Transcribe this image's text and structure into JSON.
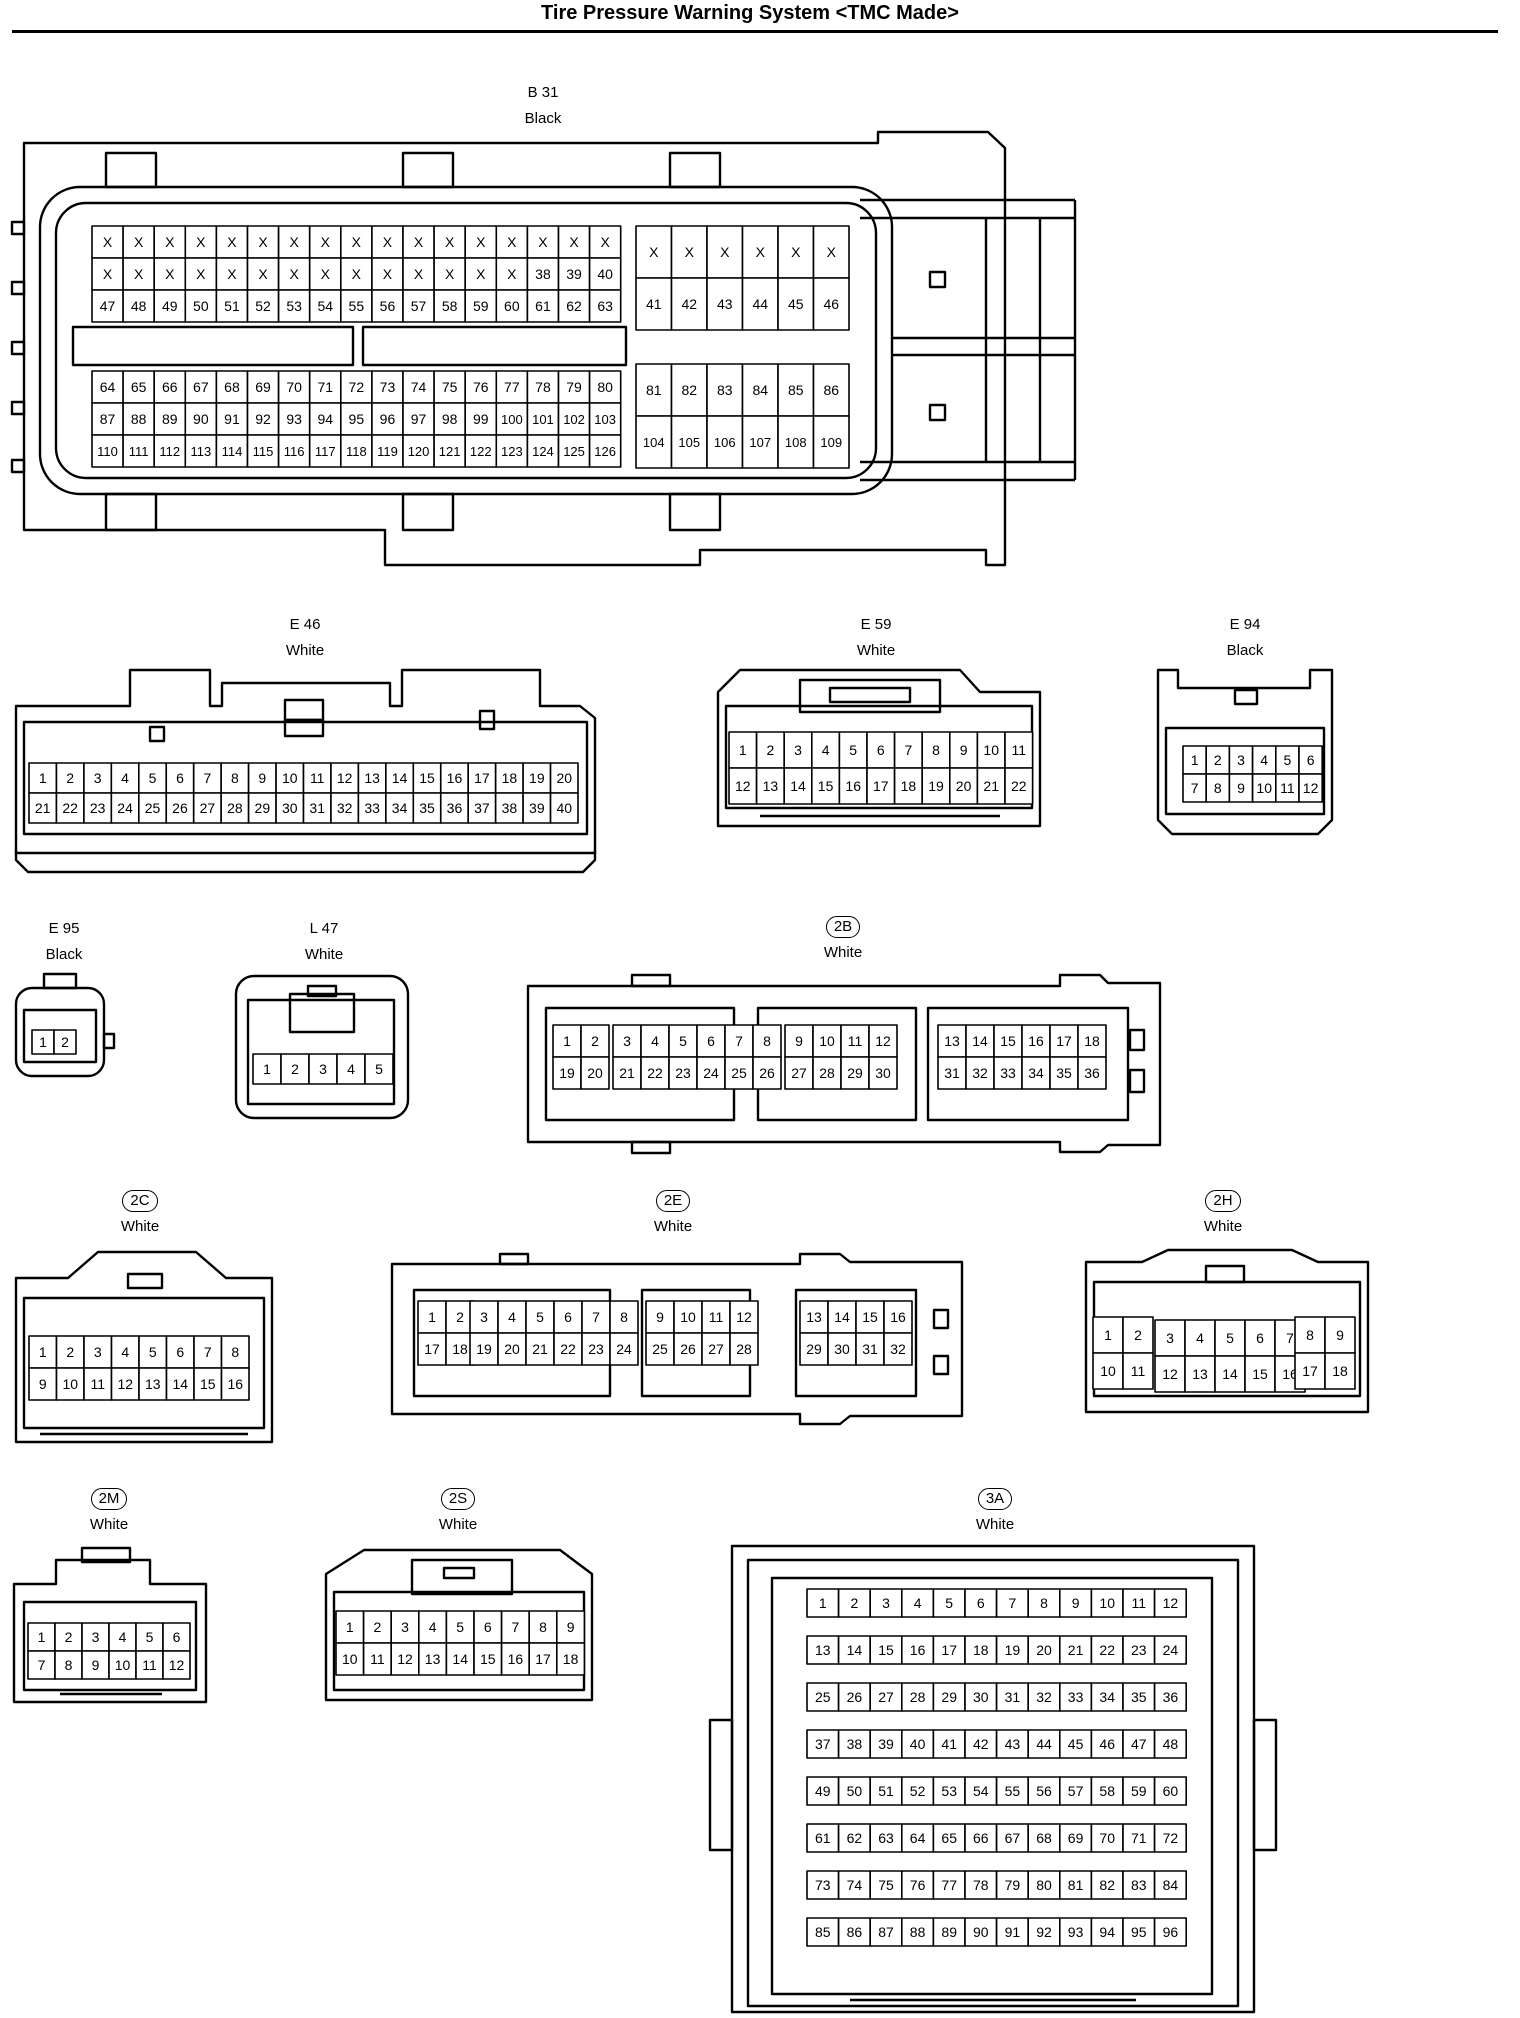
{
  "page": {
    "title": "Tire Pressure Warning System <TMC Made>"
  },
  "connectors": {
    "B31": {
      "name": "B 31",
      "color": "Black",
      "badge": false
    },
    "E46": {
      "name": "E 46",
      "color": "White",
      "badge": false
    },
    "E59": {
      "name": "E 59",
      "color": "White",
      "badge": false
    },
    "E94": {
      "name": "E 94",
      "color": "Black",
      "badge": false
    },
    "E95": {
      "name": "E 95",
      "color": "Black",
      "badge": false
    },
    "L47": {
      "name": "L 47",
      "color": "White",
      "badge": false
    },
    "C2B": {
      "name": "2B",
      "color": "White",
      "badge": true
    },
    "C2C": {
      "name": "2C",
      "color": "White",
      "badge": true
    },
    "C2E": {
      "name": "2E",
      "color": "White",
      "badge": true
    },
    "C2H": {
      "name": "2H",
      "color": "White",
      "badge": true
    },
    "C2M": {
      "name": "2M",
      "color": "White",
      "badge": true
    },
    "C2S": {
      "name": "2S",
      "color": "White",
      "badge": true
    },
    "C3A": {
      "name": "3A",
      "color": "White",
      "badge": true
    }
  },
  "pin_groups": [
    {
      "id": "b31-a1",
      "rows": [
        [
          "X",
          "X",
          "X",
          "X",
          "X",
          "X",
          "X",
          "X",
          "X",
          "X",
          "X",
          "X",
          "X",
          "X",
          "X",
          "X",
          "X"
        ],
        [
          "X",
          "X",
          "X",
          "X",
          "X",
          "X",
          "X",
          "X",
          "X",
          "X",
          "X",
          "X",
          "X",
          "X",
          "38",
          "39",
          "40"
        ],
        [
          "47",
          "48",
          "49",
          "50",
          "51",
          "52",
          "53",
          "54",
          "55",
          "56",
          "57",
          "58",
          "59",
          "60",
          "61",
          "62",
          "63"
        ]
      ]
    },
    {
      "id": "b31-a2",
      "rows": [
        [
          "X",
          "X",
          "X",
          "X",
          "X",
          "X"
        ],
        [
          "41",
          "42",
          "43",
          "44",
          "45",
          "46"
        ]
      ]
    },
    {
      "id": "b31-b1",
      "rows": [
        [
          "64",
          "65",
          "66",
          "67",
          "68",
          "69",
          "70",
          "71",
          "72",
          "73",
          "74",
          "75",
          "76",
          "77",
          "78",
          "79",
          "80"
        ],
        [
          "87",
          "88",
          "89",
          "90",
          "91",
          "92",
          "93",
          "94",
          "95",
          "96",
          "97",
          "98",
          "99",
          "100",
          "101",
          "102",
          "103"
        ],
        [
          "110",
          "111",
          "112",
          "113",
          "114",
          "115",
          "116",
          "117",
          "118",
          "119",
          "120",
          "121",
          "122",
          "123",
          "124",
          "125",
          "126"
        ]
      ]
    },
    {
      "id": "b31-b2",
      "rows": [
        [
          "81",
          "82",
          "83",
          "84",
          "85",
          "86"
        ],
        [
          "104",
          "105",
          "106",
          "107",
          "108",
          "109"
        ]
      ]
    },
    {
      "id": "e46",
      "rows": [
        [
          "1",
          "2",
          "3",
          "4",
          "5",
          "6",
          "7",
          "8",
          "9",
          "10",
          "11",
          "12",
          "13",
          "14",
          "15",
          "16",
          "17",
          "18",
          "19",
          "20"
        ],
        [
          "21",
          "22",
          "23",
          "24",
          "25",
          "26",
          "27",
          "28",
          "29",
          "30",
          "31",
          "32",
          "33",
          "34",
          "35",
          "36",
          "37",
          "38",
          "39",
          "40"
        ]
      ]
    },
    {
      "id": "e59",
      "rows": [
        [
          "1",
          "2",
          "3",
          "4",
          "5",
          "6",
          "7",
          "8",
          "9",
          "10",
          "11"
        ],
        [
          "12",
          "13",
          "14",
          "15",
          "16",
          "17",
          "18",
          "19",
          "20",
          "21",
          "22"
        ]
      ]
    },
    {
      "id": "e94",
      "rows": [
        [
          "1",
          "2",
          "3",
          "4",
          "5",
          "6"
        ],
        [
          "7",
          "8",
          "9",
          "10",
          "11",
          "12"
        ]
      ]
    },
    {
      "id": "e95",
      "rows": [
        [
          "1",
          "2"
        ]
      ]
    },
    {
      "id": "l47",
      "rows": [
        [
          "1",
          "2",
          "3",
          "4",
          "5"
        ]
      ]
    },
    {
      "id": "c2b-a",
      "rows": [
        [
          "1",
          "2"
        ],
        [
          "19",
          "20"
        ]
      ]
    },
    {
      "id": "c2b-b",
      "rows": [
        [
          "3",
          "4",
          "5",
          "6",
          "7",
          "8"
        ],
        [
          "21",
          "22",
          "23",
          "24",
          "25",
          "26"
        ]
      ]
    },
    {
      "id": "c2b-c",
      "rows": [
        [
          "9",
          "10",
          "11",
          "12"
        ],
        [
          "27",
          "28",
          "29",
          "30"
        ]
      ]
    },
    {
      "id": "c2b-d",
      "rows": [
        [
          "13",
          "14",
          "15",
          "16",
          "17",
          "18"
        ],
        [
          "31",
          "32",
          "33",
          "34",
          "35",
          "36"
        ]
      ]
    },
    {
      "id": "c2c",
      "rows": [
        [
          "1",
          "2",
          "3",
          "4",
          "5",
          "6",
          "7",
          "8"
        ],
        [
          "9",
          "10",
          "11",
          "12",
          "13",
          "14",
          "15",
          "16"
        ]
      ]
    },
    {
      "id": "c2e-a",
      "rows": [
        [
          "1",
          "2"
        ],
        [
          "17",
          "18"
        ]
      ]
    },
    {
      "id": "c2e-b",
      "rows": [
        [
          "3",
          "4",
          "5",
          "6",
          "7",
          "8"
        ],
        [
          "19",
          "20",
          "21",
          "22",
          "23",
          "24"
        ]
      ]
    },
    {
      "id": "c2e-c",
      "rows": [
        [
          "9",
          "10",
          "11",
          "12"
        ],
        [
          "25",
          "26",
          "27",
          "28"
        ]
      ]
    },
    {
      "id": "c2e-d",
      "rows": [
        [
          "13",
          "14",
          "15",
          "16"
        ],
        [
          "29",
          "30",
          "31",
          "32"
        ]
      ]
    },
    {
      "id": "c2h-a",
      "rows": [
        [
          "1",
          "2"
        ],
        [
          "10",
          "11"
        ]
      ]
    },
    {
      "id": "c2h-b",
      "rows": [
        [
          "3",
          "4",
          "5",
          "6",
          "7"
        ],
        [
          "12",
          "13",
          "14",
          "15",
          "16"
        ]
      ]
    },
    {
      "id": "c2h-c",
      "rows": [
        [
          "8",
          "9"
        ],
        [
          "17",
          "18"
        ]
      ]
    },
    {
      "id": "c2m",
      "rows": [
        [
          "1",
          "2",
          "3",
          "4",
          "5",
          "6"
        ],
        [
          "7",
          "8",
          "9",
          "10",
          "11",
          "12"
        ]
      ]
    },
    {
      "id": "c2s",
      "rows": [
        [
          "1",
          "2",
          "3",
          "4",
          "5",
          "6",
          "7",
          "8",
          "9"
        ],
        [
          "10",
          "11",
          "12",
          "13",
          "14",
          "15",
          "16",
          "17",
          "18"
        ]
      ]
    },
    {
      "id": "c3a-1",
      "rows": [
        [
          "1",
          "2",
          "3",
          "4",
          "5",
          "6",
          "7",
          "8",
          "9",
          "10",
          "11",
          "12"
        ]
      ]
    },
    {
      "id": "c3a-2",
      "rows": [
        [
          "13",
          "14",
          "15",
          "16",
          "17",
          "18",
          "19",
          "20",
          "21",
          "22",
          "23",
          "24"
        ]
      ]
    },
    {
      "id": "c3a-3",
      "rows": [
        [
          "25",
          "26",
          "27",
          "28",
          "29",
          "30",
          "31",
          "32",
          "33",
          "34",
          "35",
          "36"
        ]
      ]
    },
    {
      "id": "c3a-4",
      "rows": [
        [
          "37",
          "38",
          "39",
          "40",
          "41",
          "42",
          "43",
          "44",
          "45",
          "46",
          "47",
          "48"
        ]
      ]
    },
    {
      "id": "c3a-5",
      "rows": [
        [
          "49",
          "50",
          "51",
          "52",
          "53",
          "54",
          "55",
          "56",
          "57",
          "58",
          "59",
          "60"
        ]
      ]
    },
    {
      "id": "c3a-6",
      "rows": [
        [
          "61",
          "62",
          "63",
          "64",
          "65",
          "66",
          "67",
          "68",
          "69",
          "70",
          "71",
          "72"
        ]
      ]
    },
    {
      "id": "c3a-7",
      "rows": [
        [
          "73",
          "74",
          "75",
          "76",
          "77",
          "78",
          "79",
          "80",
          "81",
          "82",
          "83",
          "84"
        ]
      ]
    },
    {
      "id": "c3a-8",
      "rows": [
        [
          "85",
          "86",
          "87",
          "88",
          "89",
          "90",
          "91",
          "92",
          "93",
          "94",
          "95",
          "96"
        ]
      ]
    }
  ]
}
